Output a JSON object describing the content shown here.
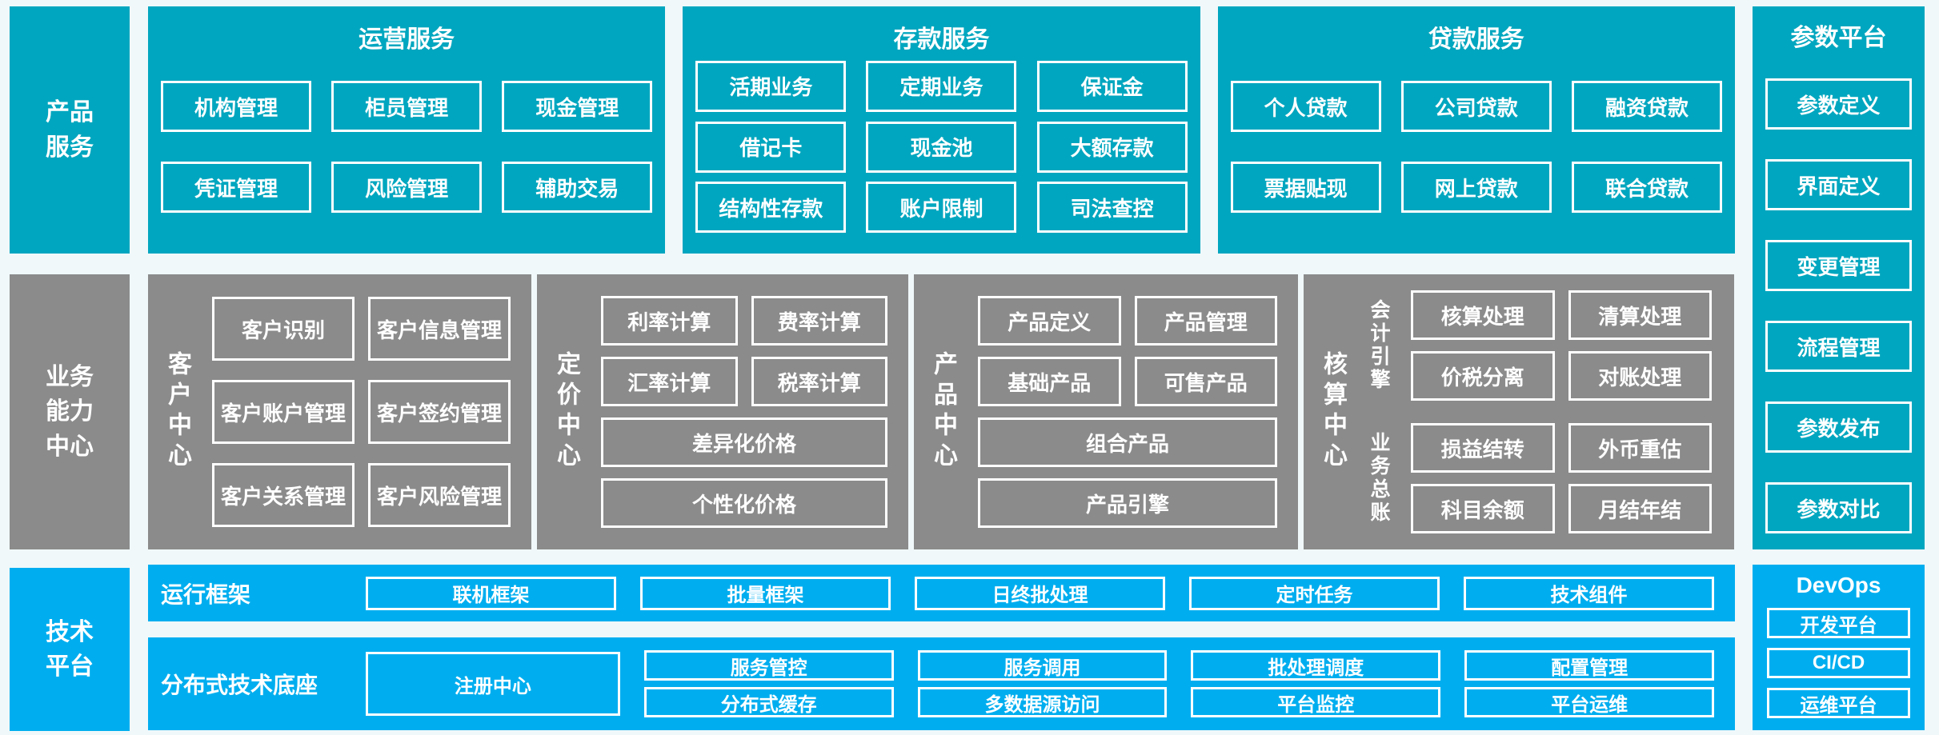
{
  "colors": {
    "teal": "#00a6bf",
    "grey": "#8b8b8b",
    "blue": "#00aeef",
    "background": "#f0f8fa",
    "box_border": "#ffffff",
    "text": "#ffffff"
  },
  "left_rail": {
    "product": {
      "lines": [
        "产品",
        "服务"
      ]
    },
    "capability": {
      "lines": [
        "业务",
        "能力",
        "中心"
      ]
    },
    "tech": {
      "lines": [
        "技术",
        "平台"
      ]
    }
  },
  "product_band": {
    "panels": [
      {
        "title": "运营服务",
        "rows": [
          {
            "boxes": [
              "机构管理",
              "柜员管理",
              "现金管理"
            ]
          },
          {
            "boxes": [
              "凭证管理",
              "风险管理",
              "辅助交易"
            ]
          }
        ]
      },
      {
        "title": "存款服务",
        "rows": [
          {
            "boxes": [
              "活期业务",
              "定期业务",
              "保证金"
            ]
          },
          {
            "boxes": [
              "借记卡",
              "现金池",
              "大额存款"
            ]
          },
          {
            "boxes": [
              "结构性存款",
              "账户限制",
              "司法查控"
            ]
          }
        ]
      },
      {
        "title": "贷款服务",
        "rows": [
          {
            "boxes": [
              "个人贷款",
              "公司贷款",
              "融资贷款"
            ]
          },
          {
            "boxes": [
              "票据贴现",
              "网上贷款",
              "联合贷款"
            ]
          }
        ]
      }
    ]
  },
  "capability_band": {
    "customer": {
      "label": "客户中心",
      "rows": [
        {
          "boxes": [
            "客户识别",
            "客户信息管理"
          ]
        },
        {
          "boxes": [
            "客户账户管理",
            "客户签约管理"
          ]
        },
        {
          "boxes": [
            "客户关系管理",
            "客户风险管理"
          ]
        }
      ]
    },
    "pricing": {
      "label": "定价中心",
      "rows": [
        {
          "boxes": [
            "利率计算",
            "费率计算"
          ]
        },
        {
          "boxes": [
            "汇率计算",
            "税率计算"
          ]
        }
      ],
      "full_rows": [
        "差异化价格",
        "个性化价格"
      ]
    },
    "product": {
      "label": "产品中心",
      "rows": [
        {
          "boxes": [
            "产品定义",
            "产品管理"
          ]
        },
        {
          "boxes": [
            "基础产品",
            "可售产品"
          ]
        }
      ],
      "full_rows": [
        "组合产品",
        "产品引擎"
      ]
    },
    "accounting": {
      "label": "核算中心",
      "groups": [
        {
          "label": "会计引擎",
          "rows": [
            {
              "boxes": [
                "核算处理",
                "清算处理"
              ]
            },
            {
              "boxes": [
                "价税分离",
                "对账处理"
              ]
            }
          ]
        },
        {
          "label": "业务总账",
          "rows": [
            {
              "boxes": [
                "损益结转",
                "外币重估"
              ]
            },
            {
              "boxes": [
                "科目余额",
                "月结年结"
              ]
            }
          ]
        }
      ]
    }
  },
  "param_platform": {
    "title": "参数平台",
    "boxes": [
      "参数定义",
      "界面定义",
      "变更管理",
      "流程管理",
      "参数发布",
      "参数对比"
    ]
  },
  "tech_band": {
    "runtime": {
      "label": "运行框架",
      "boxes": [
        "联机框架",
        "批量框架",
        "日终批处理",
        "定时任务",
        "技术组件"
      ]
    },
    "foundation": {
      "label": "分布式技术底座",
      "registry": "注册中心",
      "columns": [
        {
          "boxes": [
            "服务管控",
            "分布式缓存"
          ]
        },
        {
          "boxes": [
            "服务调用",
            "多数据源访问"
          ]
        },
        {
          "boxes": [
            "批处理调度",
            "平台监控"
          ]
        },
        {
          "boxes": [
            "配置管理",
            "平台运维"
          ]
        }
      ]
    }
  },
  "devops": {
    "title": "DevOps",
    "boxes": [
      "开发平台",
      "CI/CD",
      "运维平台"
    ]
  }
}
